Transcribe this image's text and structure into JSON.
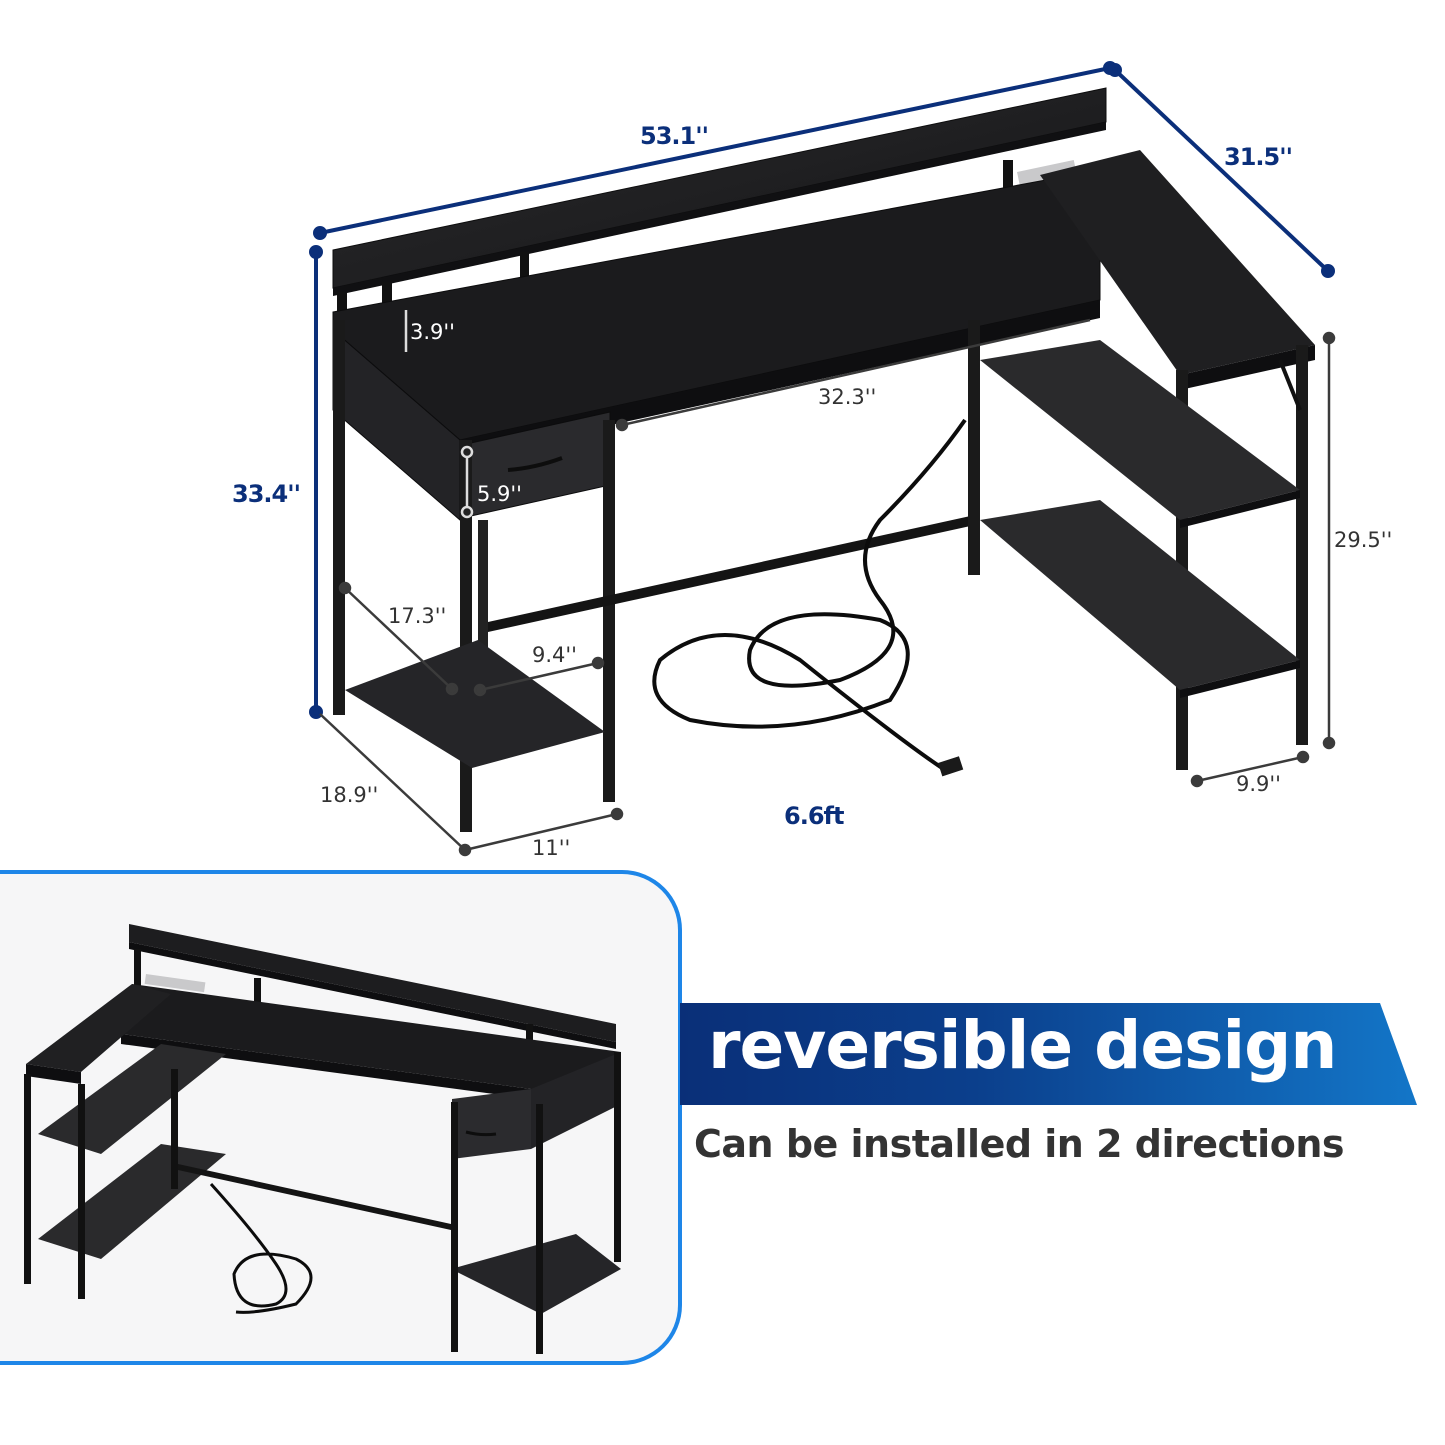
{
  "dimensions": {
    "overall_width": "53.1''",
    "overall_depth": "31.5''",
    "overall_height": "33.4''",
    "shelf_height": "3.9''",
    "legroom_width": "32.3''",
    "drawer_height": "5.9''",
    "side_shelf_diagonal": "17.3''",
    "side_shelf_width": "9.4''",
    "side_depth": "18.9''",
    "side_width": "11''",
    "cord_length": "6.6ft",
    "return_height": "29.5''",
    "return_shelf_width": "9.9''"
  },
  "banner": {
    "title": "reversible design",
    "subtitle": "Can be installed in 2 directions"
  },
  "colors": {
    "navy": "#0b2f7a",
    "banner_dark": "#0a2f78",
    "banner_light": "#1376c8",
    "inset_border": "#1e86e8",
    "inset_bg": "#f6f6f7",
    "desk": "#1c1c1e",
    "text_dark": "#333333"
  }
}
